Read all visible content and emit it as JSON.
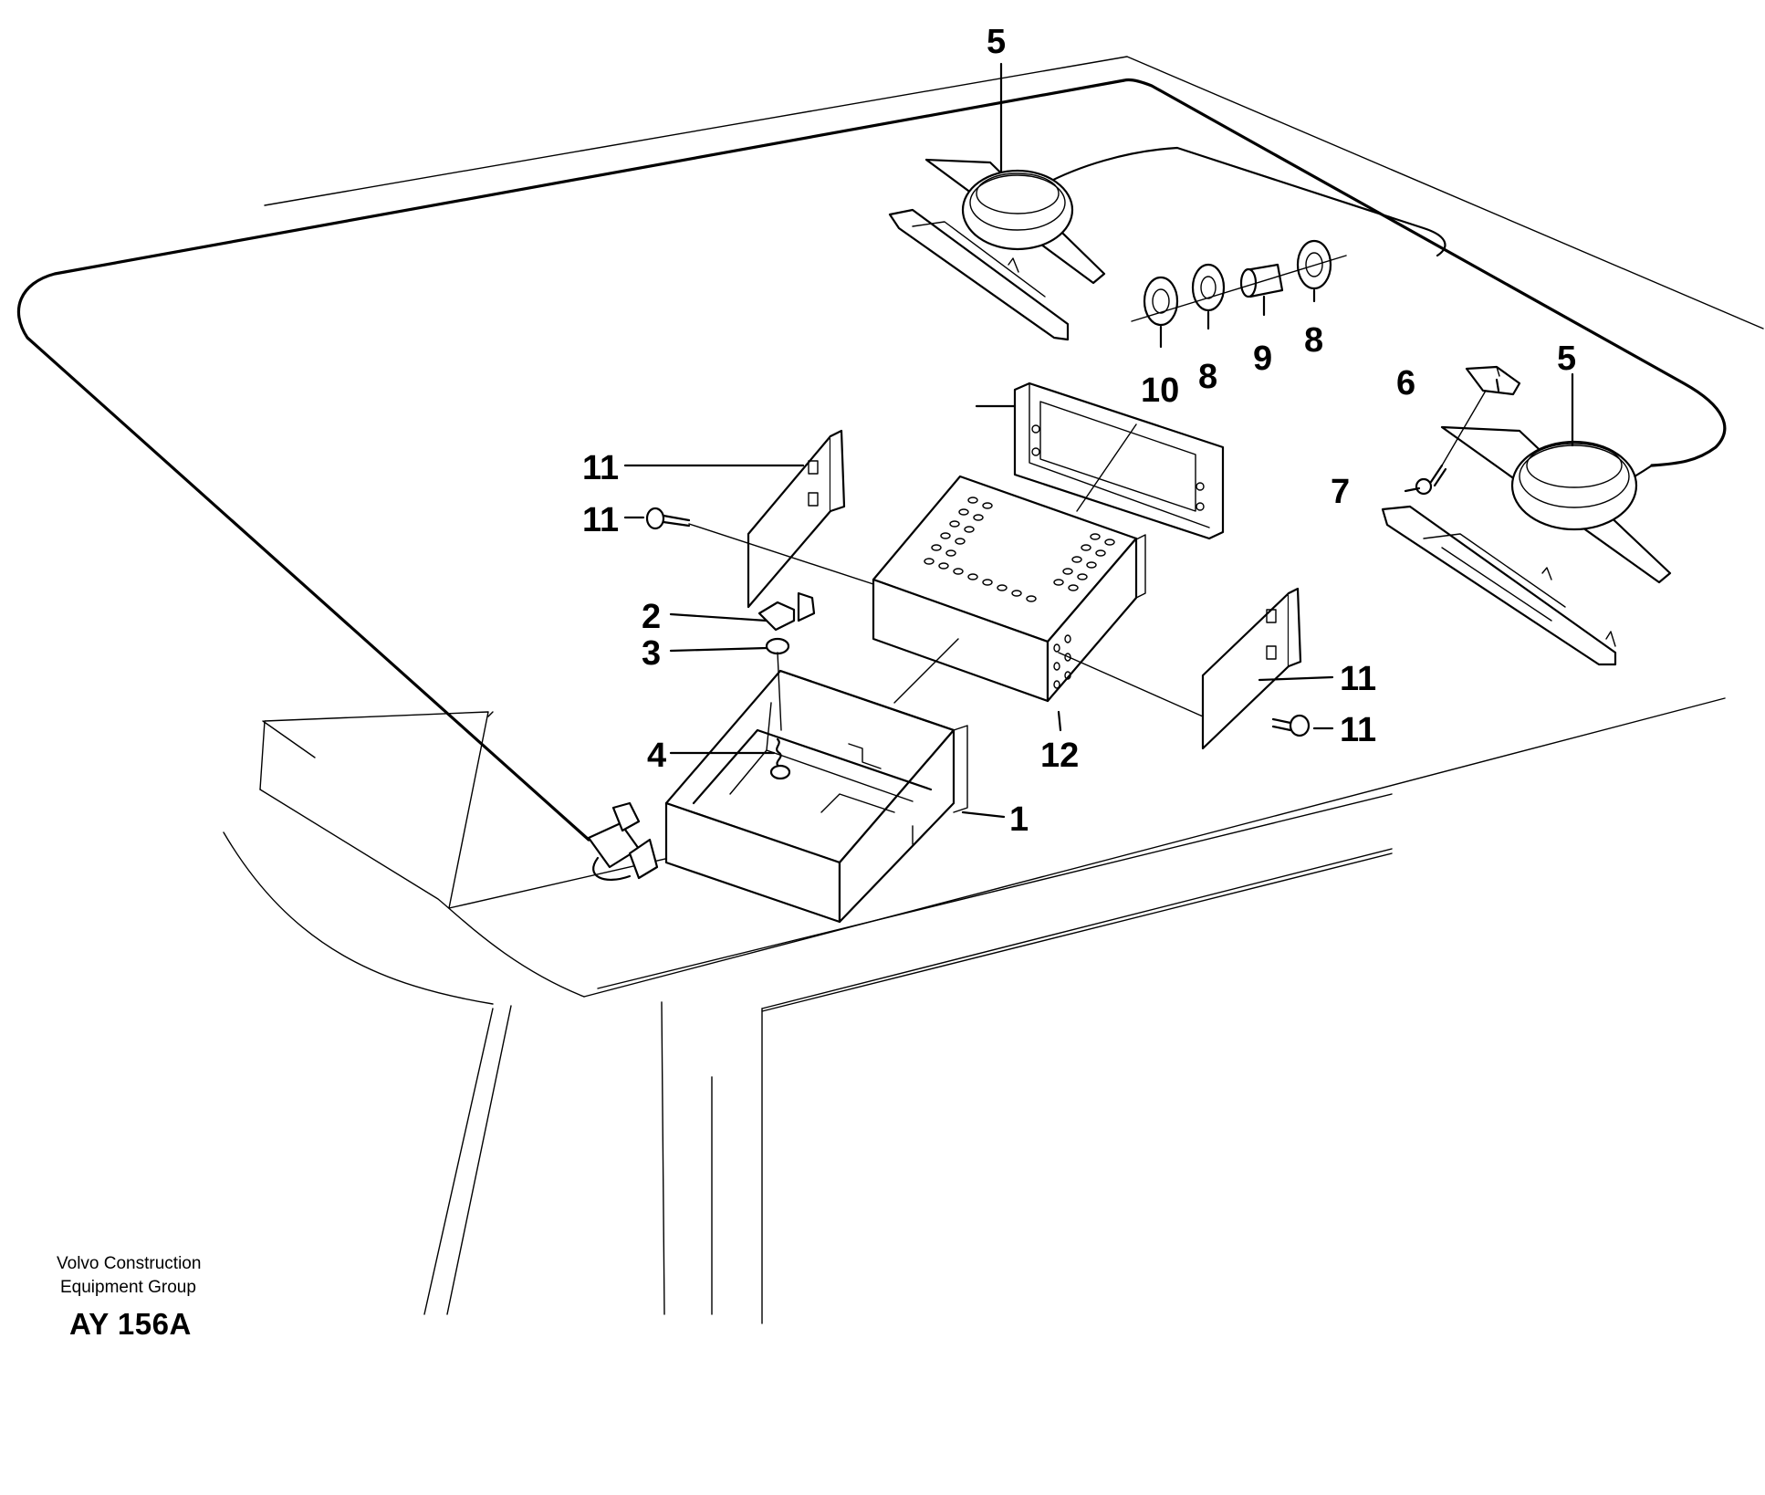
{
  "callouts": [
    {
      "id": "c5a",
      "label": "5"
    },
    {
      "id": "c10",
      "label": "10"
    },
    {
      "id": "c8a",
      "label": "8"
    },
    {
      "id": "c9",
      "label": "9"
    },
    {
      "id": "c8b",
      "label": "8"
    },
    {
      "id": "c5b",
      "label": "5"
    },
    {
      "id": "c6",
      "label": "6"
    },
    {
      "id": "c7",
      "label": "7"
    },
    {
      "id": "c11a",
      "label": "11"
    },
    {
      "id": "c11b",
      "label": "11"
    },
    {
      "id": "c2",
      "label": "2"
    },
    {
      "id": "c3",
      "label": "3"
    },
    {
      "id": "c4",
      "label": "4"
    },
    {
      "id": "c1",
      "label": "1"
    },
    {
      "id": "c12",
      "label": "12"
    },
    {
      "id": "c11c",
      "label": "11"
    },
    {
      "id": "c11d",
      "label": "11"
    }
  ],
  "footer": {
    "publisher_line_1": "Volvo Construction",
    "publisher_line_2": "Equipment Group",
    "figure_code": "AY 156A"
  }
}
